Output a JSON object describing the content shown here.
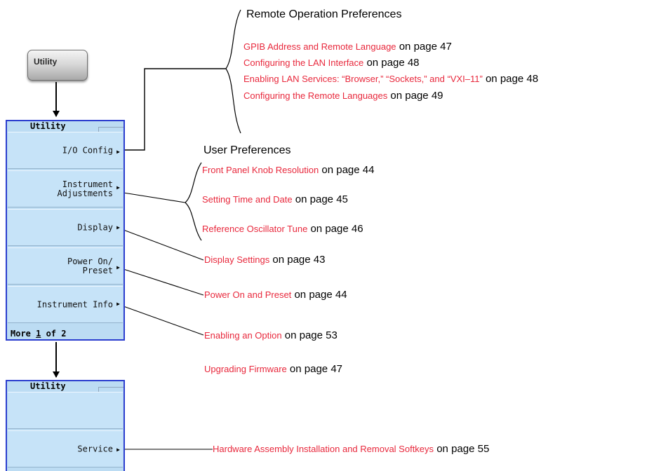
{
  "hardware_key": {
    "label": "Utility"
  },
  "menu_top": {
    "title": "Utility",
    "softkeys": [
      {
        "label": "I/O Config"
      },
      {
        "label": "Instrument\nAdjustments"
      },
      {
        "label": "Display"
      },
      {
        "label": "Power On/\nPreset"
      },
      {
        "label": "Instrument Info"
      }
    ],
    "more": {
      "prefix": "More ",
      "page": "1",
      "suffix": " of 2"
    }
  },
  "menu_bottom": {
    "title": "Utility",
    "softkeys": [
      {
        "label": ""
      },
      {
        "label": "Service"
      }
    ]
  },
  "remote_group": {
    "heading": "Remote Operation Preferences",
    "refs": [
      {
        "link": "GPIB Address and Remote Language",
        "suffix": " on page 47"
      },
      {
        "link": "Configuring the LAN Interface",
        "suffix": " on page 48"
      },
      {
        "link": "Enabling LAN Services: “Browser,” “Sockets,” and “VXI–11”",
        "suffix": " on page 48"
      },
      {
        "link": "Configuring the Remote Languages",
        "suffix": " on page 49"
      }
    ]
  },
  "user_group": {
    "heading": "User Preferences",
    "refs": [
      {
        "link": "Front Panel Knob Resolution",
        "suffix": " on page 44"
      },
      {
        "link": "Setting Time and Date",
        "suffix": " on page 45"
      },
      {
        "link": "Reference Oscillator Tune",
        "suffix": " on page 46"
      }
    ]
  },
  "single_refs": {
    "display": {
      "link": "Display Settings",
      "suffix": " on page 43"
    },
    "power_on": {
      "link": "Power On and Preset",
      "suffix": " on page 44"
    },
    "option": {
      "link": "Enabling an Option",
      "suffix": " on page 53"
    },
    "firmware": {
      "link": "Upgrading Firmware",
      "suffix": " on page 47"
    },
    "service": {
      "link": "Hardware Assembly Installation and Removal Softkeys",
      "suffix": " on page 55"
    }
  },
  "colors": {
    "link": "#e8283c",
    "menu_border": "#2c3ecf",
    "menu_fill": "#bcdcf3"
  }
}
